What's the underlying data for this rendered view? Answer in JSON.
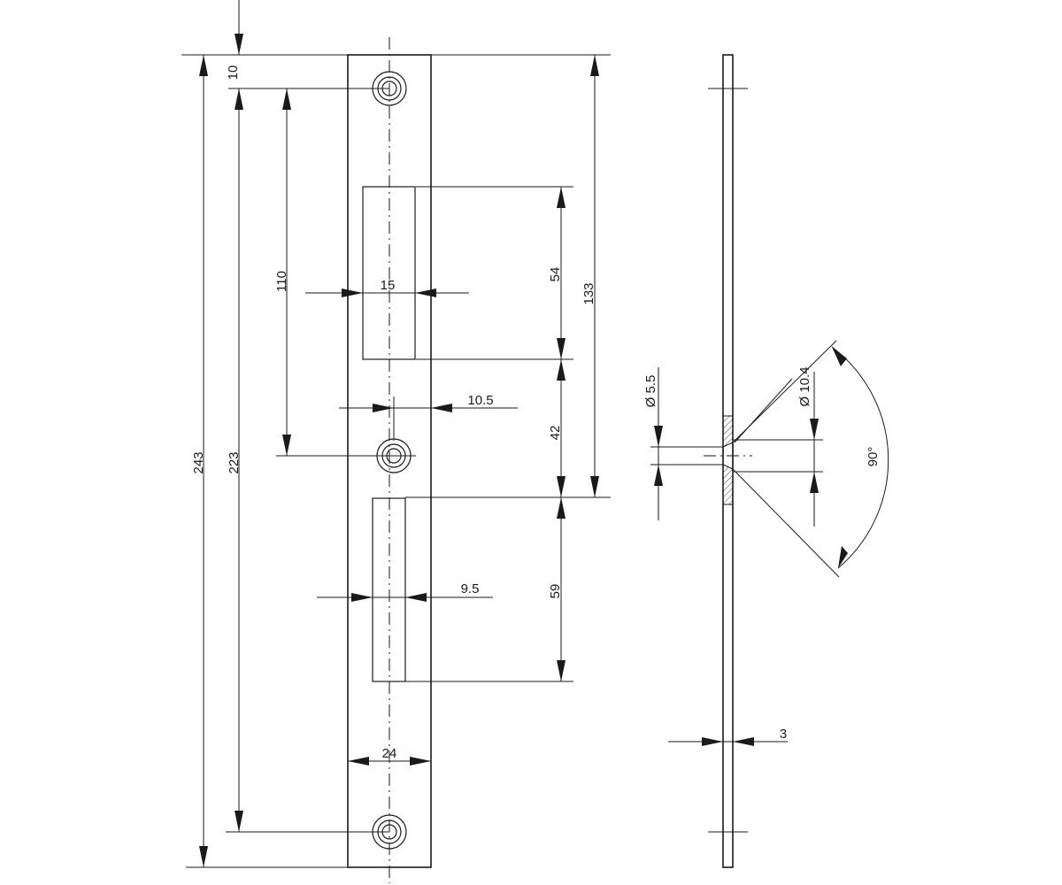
{
  "dimensions": {
    "top_hole_offset": "10",
    "total_length": "243",
    "hole_spacing": "223",
    "top_to_center_hole": "110",
    "upper_slot_width": "15",
    "upper_slot_height": "54",
    "top_to_upper_slot_end": "133",
    "center_hole_offset": "10.5",
    "gap_between_slots": "42",
    "lower_slot_width": "9.5",
    "lower_slot_height": "59",
    "plate_width": "24",
    "thickness": "3",
    "hole_diameter": "Ø 5.5",
    "countersink_diameter": "Ø 10.4",
    "countersink_angle": "90°"
  }
}
